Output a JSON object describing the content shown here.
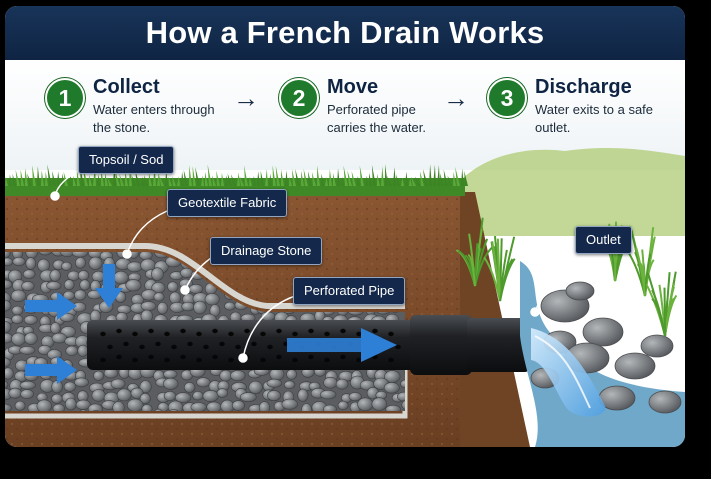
{
  "title": "How a French Drain Works",
  "steps": [
    {
      "number": "1",
      "title": "Collect",
      "desc_line1": "Water enters through",
      "desc_line2": "the stone."
    },
    {
      "number": "2",
      "title": "Move",
      "desc_line1": "Perforated pipe",
      "desc_line2": "carries the water."
    },
    {
      "number": "3",
      "title": "Discharge",
      "desc_line1": "Water exits to a safe",
      "desc_line2": "outlet."
    }
  ],
  "arrow_glyph": "→",
  "callouts": {
    "topsoil": "Topsoil / Sod",
    "geotextile": "Geotextile Fabric",
    "stone": "Drainage Stone",
    "pipe": "Perforated Pipe",
    "outlet": "Outlet"
  },
  "colors": {
    "header": "#13284a",
    "step_badge": "#1f7a2c",
    "soil": "#7b4a2a",
    "grass": "#4f9a2e",
    "stone": "#7d7f82",
    "pipe": "#1b1d20",
    "water": "#3b8fd9"
  },
  "icons": [
    "right-arrow-icon",
    "flow-arrow-icon"
  ]
}
